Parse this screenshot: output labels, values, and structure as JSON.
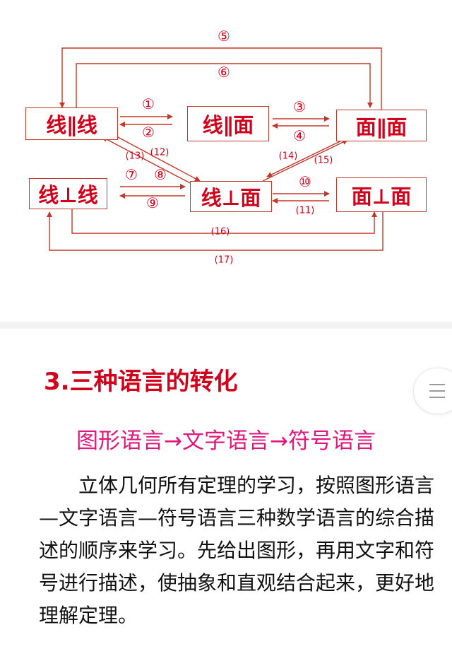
{
  "diagram": {
    "nodes": {
      "line_par_line": "线∥线",
      "line_par_plane": "线∥面",
      "plane_par_plane": "面∥面",
      "line_perp_line": "线⊥线",
      "line_perp_plane": "线⊥面",
      "plane_perp_plane": "面⊥面"
    },
    "labels": {
      "n1": "①",
      "n2": "②",
      "n3": "③",
      "n4": "④",
      "n5": "⑤",
      "n6": "⑥",
      "n7": "⑦",
      "n8": "⑧",
      "n9": "⑨",
      "n10": "⑩",
      "n11": "(11)",
      "n12": "(12)",
      "n13": "(13)",
      "n14": "(14)",
      "n15": "(15)",
      "n16": "(16)",
      "n17": "(17)"
    },
    "color": "#d0021b"
  },
  "section": {
    "title": "3.三种语言的转化",
    "subtitle": "图形语言→文字语言→符号语言",
    "paragraph": "立体几何所有定理的学习，按照图形语言—文字语言—符号语言三种数学语言的综合描述的顺序来学习。先给出图形，再用文字和符号进行描述，使抽象和直观结合起来，更好地理解定理。"
  },
  "scroll_button": {
    "icon": "menu-icon"
  }
}
